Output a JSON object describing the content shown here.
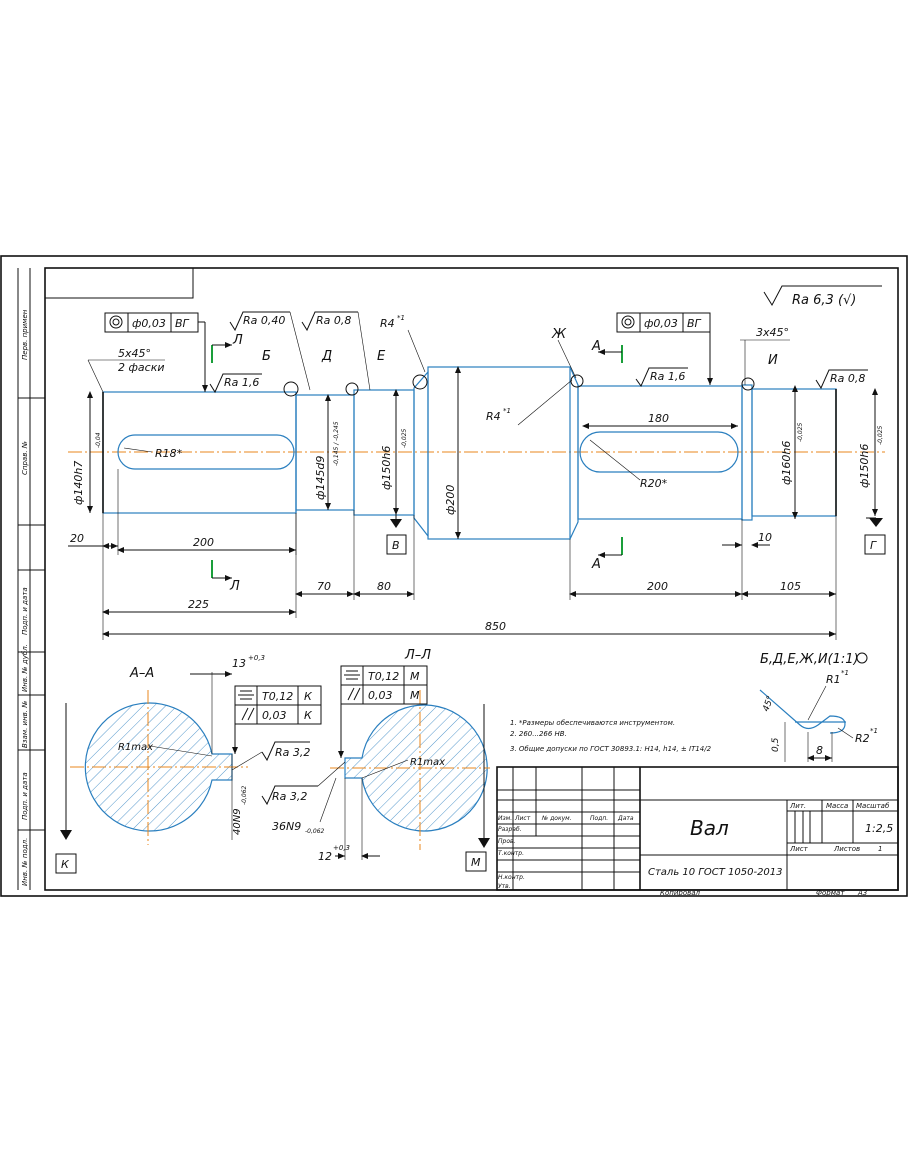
{
  "drawing": {
    "roughness_general": "Ra 6,3 (√)",
    "side_labels": [
      "Перв. примен",
      "Справ. №",
      "Подп. и дата",
      "Инв. № дубл.",
      "Взам. инв. №",
      "Подп. и дата",
      "Инв. № подл."
    ],
    "control_frames": {
      "left_runout": {
        "value": "ф0,03",
        "datum": "ВГ"
      },
      "right_runout": {
        "value": "ф0,03",
        "datum": "ВГ"
      },
      "sec_aa_sym": {
        "value": "Т0,12",
        "datum": "К"
      },
      "sec_aa_par": {
        "value": "0,03",
        "datum": "К"
      },
      "sec_ll_sym": {
        "value": "Т0,12",
        "datum": "М"
      },
      "sec_ll_par": {
        "value": "0,03",
        "datum": "М"
      }
    },
    "roughness": {
      "r1": "Ra 0,40",
      "r2": "Ra 0,8",
      "r3": "Ra 1,6",
      "r4": "Ra 1,6",
      "r5": "Ra 0,8",
      "r6": "Ra 3,2",
      "r7": "Ra 3,2"
    },
    "letters": {
      "L": "Л",
      "B": "Б",
      "D": "Д",
      "E": "Е",
      "ZH": "Ж",
      "A": "А",
      "I": "И",
      "V": "В",
      "G": "Г",
      "K": "К",
      "M": "М"
    },
    "dims": {
      "chamfer_1": "5x45°",
      "chamfer_1b": "2 фаски",
      "chamfer_2": "3x45°",
      "r4_a": "R4",
      "r4_a_sup": "*1",
      "r4_b": "R4",
      "r4_b_sup": "*1",
      "r18": "R18*",
      "r20": "R20*",
      "d140": "ф140h7",
      "d140_tol": "-0,04",
      "d145": "ф145d9",
      "d145_tol": "-0,145 / -0,245",
      "d150": "ф150h6",
      "d150_tol": "-0,025",
      "d200": "ф200",
      "d160": "ф160h6",
      "d160_tol": "-0,025",
      "d150b": "ф150h6",
      "d150b_tol": "-0,025",
      "l20": "20",
      "l200a": "200",
      "l225": "225",
      "l70": "70",
      "l80": "80",
      "l850": "850",
      "l180": "180",
      "l10": "10",
      "l200b": "200",
      "l105": "105",
      "l13": "13",
      "l13_tol": "+0,3",
      "l12": "12",
      "l12_tol": "+0,3",
      "w40": "40N9",
      "w40_tol": "-0,062",
      "w36": "36N9",
      "w36_tol": "-0,062",
      "r1max_a": "R1max",
      "r1max_b": "R1max"
    },
    "sections": {
      "aa": "А–А",
      "ll": "Л–Л"
    },
    "detail": {
      "title": "Б,Д,Е,Ж,И(1:1)",
      "r1": "R1",
      "r1_sup": "*1",
      "r2": "R2",
      "r2_sup": "*1",
      "angle": "45°",
      "depth": "0,5",
      "width": "8"
    },
    "notes": [
      "1. *Размеры обеспечиваются инструментом.",
      "2. 260...266 HB.",
      "3. Общие допуски по ГОСТ 30893.1: H14, h14, ± IT14/2"
    ],
    "title_block": {
      "name": "Вал",
      "material": "Сталь 10 ГОСТ 1050-2013",
      "scale": "1:2,5",
      "headers": {
        "lit": "Лит.",
        "mass": "Масса",
        "scale": "Масштаб"
      },
      "sheet": "Лист",
      "sheets": "Листов",
      "sheets_count": "1",
      "rows": [
        "Изм.",
        "Лист",
        "№ докум.",
        "Подп.",
        "Дата"
      ],
      "roles": [
        "Разраб.",
        "Пров.",
        "Т.контр.",
        "",
        "Н.контр.",
        "Утв."
      ],
      "copied": "Копировал",
      "format": "Формат",
      "format_value": "A3"
    }
  }
}
